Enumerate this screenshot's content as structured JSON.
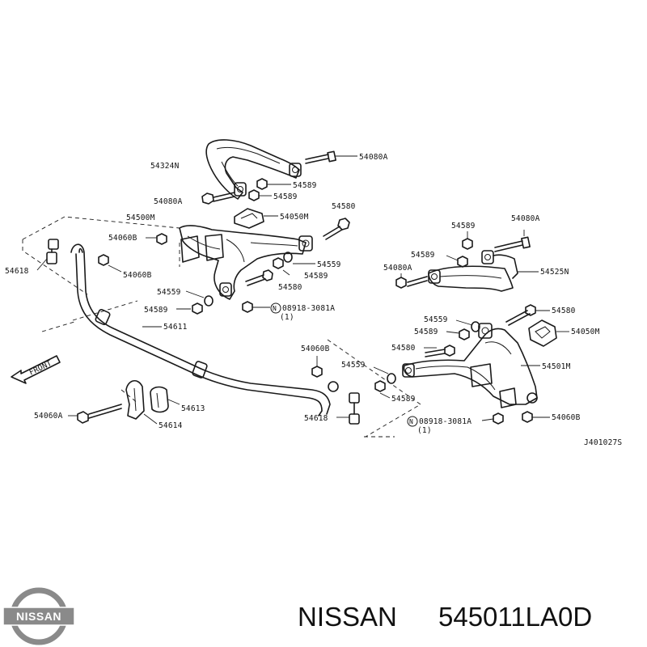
{
  "labels": {
    "p54324N": "54324N",
    "p54080A_top": "54080A",
    "p54589_a": "54589",
    "p54589_b": "54589",
    "p54080A_mid": "54080A",
    "p54580_top": "54580",
    "p54500M": "54500M",
    "p54050M_top": "54050M",
    "p54060B_a": "54060B",
    "p54618_left": "54618",
    "p54060B_b": "54060B",
    "p54559_a": "54559",
    "p54589_c": "54589",
    "p54580_mid": "54580",
    "p54559_b": "54559",
    "p54589_d": "54589",
    "p08918_a": "08918-3081A",
    "p08918_a_qty": "(1)",
    "p54611": "54611",
    "p54589_e": "54589",
    "p54080A_r1": "54080A",
    "p54589_f": "54589",
    "p54080A_r2": "54080A",
    "p54525N": "54525N",
    "p54559_c": "54559",
    "p54580_r": "54580",
    "p54589_g": "54589",
    "p54050M_r": "54050M",
    "p54580_r2": "54580",
    "p54060B_c": "54060B",
    "p54559_d": "54559",
    "p54501M": "54501M",
    "p54589_h": "54589",
    "p54060A": "54060A",
    "p54613": "54613",
    "p54614": "54614",
    "p54618_right": "54618",
    "p08918_b": "08918-3081A",
    "p08918_b_qty": "(1)",
    "p54060B_d": "54060B",
    "front": "FRONT",
    "drawing_code": "J401027S",
    "nut_symbol": "N"
  },
  "footer": {
    "logo_text": "NISSAN",
    "brand": "NISSAN",
    "part_number": "545011LA0D"
  },
  "colors": {
    "ink": "#1a1a1a",
    "logo_gray": "#8a8a8a"
  }
}
